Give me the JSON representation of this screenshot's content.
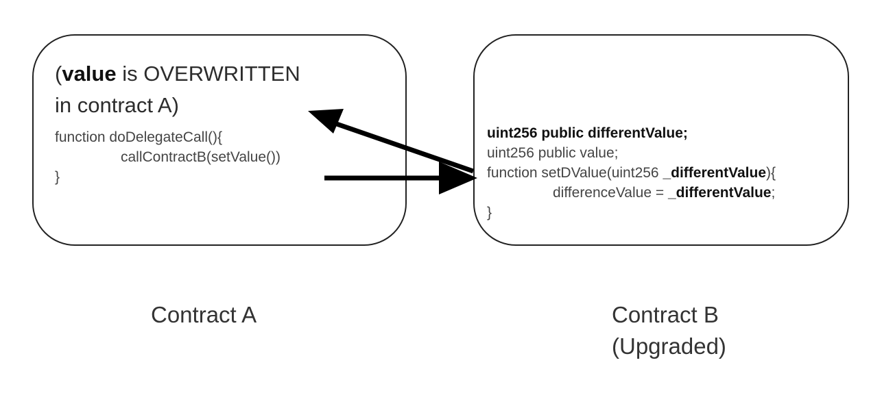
{
  "contract_a": {
    "note_open": "(",
    "note_bold": "value",
    "note_rest": " is OVERWRITTEN",
    "note_line2": "in contract A)",
    "code_line1": "function doDelegateCall(){",
    "code_line2": "callContractB(setValue())",
    "code_line3": "}",
    "caption": "Contract A"
  },
  "contract_b": {
    "code_line1": "uint256 public differentValue;",
    "code_line2": "uint256 public value;",
    "code_line3_pre": "function setDValue(uint256 ",
    "code_line3_bold": "_differentValue",
    "code_line3_post": "){",
    "code_line4_pre": "differenceValue = ",
    "code_line4_bold": "_differentValue",
    "code_line4_post": ";",
    "code_line5": "}",
    "caption_line1": "Contract B",
    "caption_line2": "(Upgraded)"
  },
  "arrows": {
    "color": "#000000"
  }
}
